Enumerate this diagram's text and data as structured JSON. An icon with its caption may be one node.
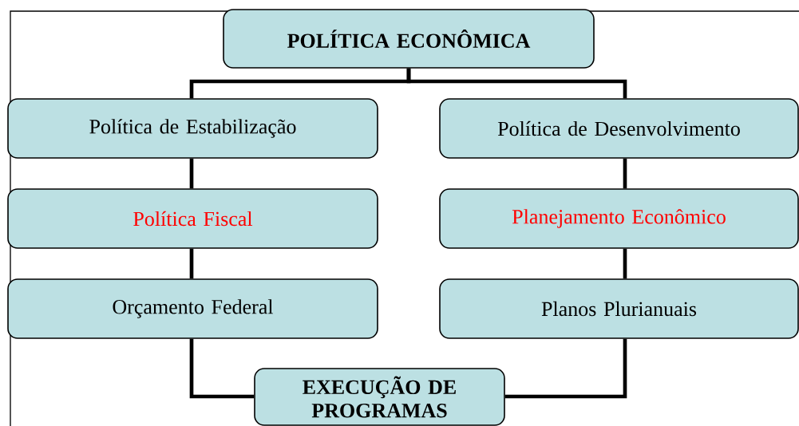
{
  "diagram": {
    "nodes": [
      {
        "text": [
          "POLÍTICA ECONÔMICA"
        ]
      },
      {
        "text": [
          "Política de Estabilização"
        ]
      },
      {
        "text": [
          "Política de Desenvolvimento"
        ]
      },
      {
        "text": [
          "Política Fiscal"
        ]
      },
      {
        "text": [
          "Planejamento Econômico"
        ]
      },
      {
        "text": [
          "Orçamento Federal"
        ]
      },
      {
        "text": [
          "Planos Plurianuais"
        ]
      },
      {
        "text": [
          "EXECUÇÃO DE PROGRAMAS"
        ]
      }
    ],
    "edges": [
      {
        "from": 0,
        "to": 1,
        "arrow": "none"
      },
      {
        "from": 0,
        "to": 2,
        "arrow": "none"
      },
      {
        "from": 1,
        "to": 3,
        "arrow": "none"
      },
      {
        "from": 3,
        "to": 5,
        "arrow": "none"
      },
      {
        "from": 2,
        "to": 4,
        "arrow": "none"
      },
      {
        "from": 4,
        "to": 6,
        "arrow": "none"
      },
      {
        "from": 5,
        "to": 7,
        "arrow": "none"
      },
      {
        "from": 6,
        "to": 7,
        "arrow": "none"
      }
    ]
  }
}
